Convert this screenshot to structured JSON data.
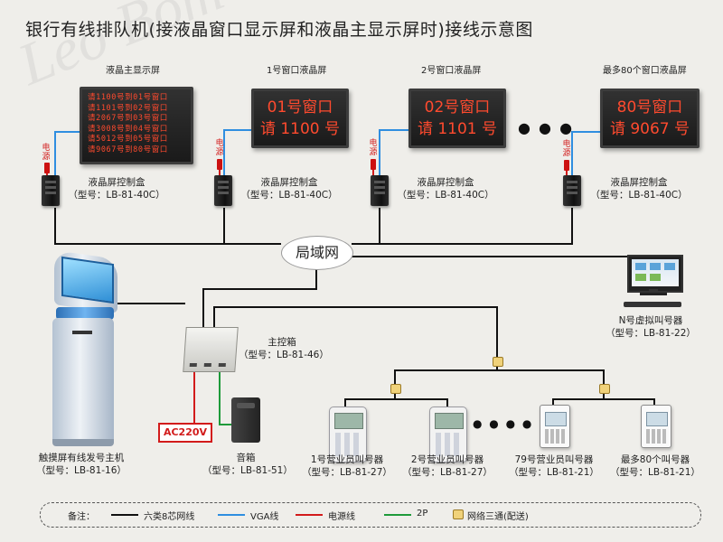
{
  "title": "银行有线排队机(接液晶窗口显示屏和液晶主显示屏时)接线示意图",
  "watermark": "Leo Bom",
  "displays": {
    "main": {
      "label": "液晶主显示屏",
      "rows": [
        "请1100号到01号窗口",
        "请1101号到02号窗口",
        "请2067号到03号窗口",
        "请3008号到04号窗口",
        "请5012号到05号窗口",
        "请9067号到80号窗口"
      ]
    },
    "windows": [
      {
        "label": "1号窗口液晶屏",
        "line1": "01号窗口",
        "line2": "请 1100 号"
      },
      {
        "label": "2号窗口液晶屏",
        "line1": "02号窗口",
        "line2": "请 1101 号"
      },
      {
        "label": "最多80个窗口液晶屏",
        "line1": "80号窗口",
        "line2": "请 9067 号"
      }
    ],
    "ellipsis": "● ● ●"
  },
  "power_label": "电源",
  "controller": {
    "name": "液晶屏控制盒",
    "model": "（型号：LB-81-40C）"
  },
  "lan_label": "局域网",
  "virtual_caller": {
    "name": "N号虚拟叫号器",
    "model": "（型号：LB-81-22）"
  },
  "kiosk": {
    "name": "触摸屏有线发号主机",
    "model": "（型号：LB-81-16）"
  },
  "main_box": {
    "name": "主控箱",
    "model": "（型号：LB-81-46）"
  },
  "ac_label": "AC220V",
  "speaker": {
    "name": "音箱",
    "model": "（型号：LB-81-51）"
  },
  "callers": [
    {
      "name": "1号营业员叫号器",
      "model": "（型号：LB-81-27）"
    },
    {
      "name": "2号营业员叫号器",
      "model": "（型号：LB-81-27）"
    },
    {
      "name": "79号营业员叫号器",
      "model": "（型号：LB-81-21）"
    },
    {
      "name": "最多80个叫号器",
      "model": "（型号：LB-81-21）"
    }
  ],
  "caller_dots": "● ● ● ●",
  "legend": {
    "title": "备注：",
    "items": [
      {
        "label": "六类8芯网线",
        "color": "#111111"
      },
      {
        "label": "VGA线",
        "color": "#2f8ee0"
      },
      {
        "label": "电源线",
        "color": "#d21b1b"
      },
      {
        "label": "2P",
        "color": "#1e9a3a"
      }
    ],
    "junction_label": "网络三通(配送)"
  }
}
